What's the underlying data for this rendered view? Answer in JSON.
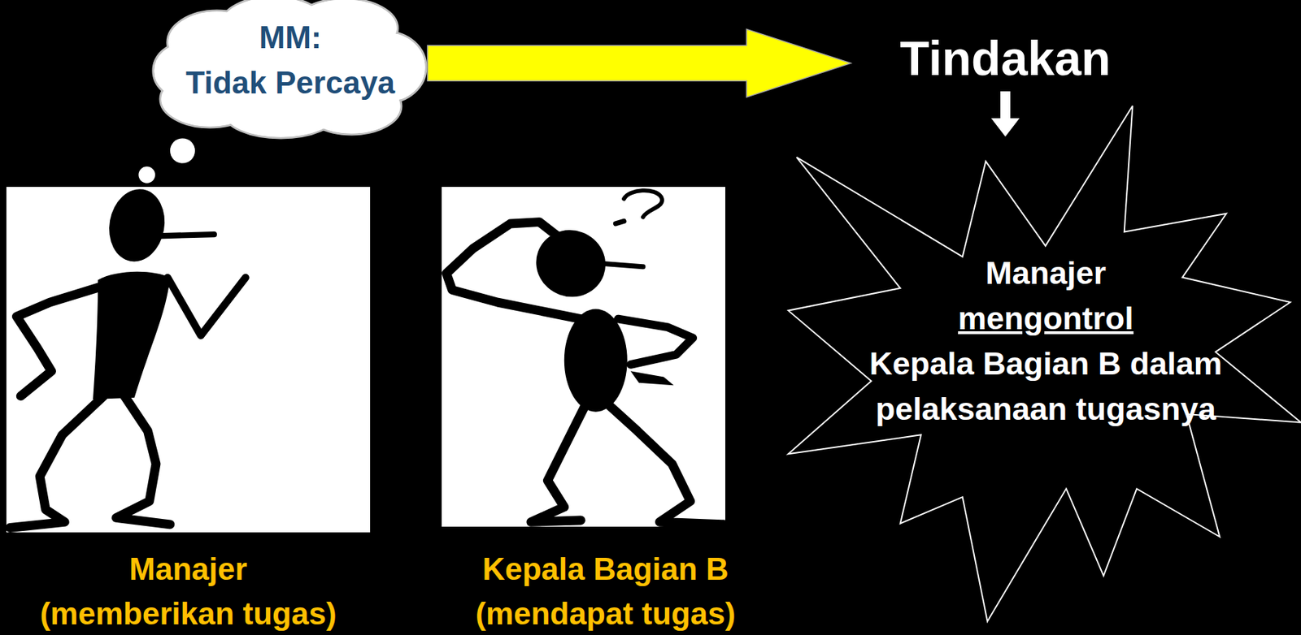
{
  "diagram": {
    "nodes": [
      {
        "text": [
          "MM:",
          "Tidak Percaya"
        ]
      },
      {
        "text": [
          "Tindakan"
        ]
      },
      {
        "text": [
          "Manajer",
          "mengontrol",
          "Kepala Bagian B dalam pelaksanaan tugasnya"
        ]
      },
      {
        "text": [
          "Manajer",
          "(memberikan tugas)"
        ]
      },
      {
        "text": [
          "Kepala Bagian B",
          "(mendapat tugas)"
        ]
      }
    ],
    "edges": [
      {
        "from": 0,
        "to": 1,
        "arrow": "to"
      },
      {
        "from": 1,
        "to": 2,
        "arrow": "to"
      }
    ]
  }
}
